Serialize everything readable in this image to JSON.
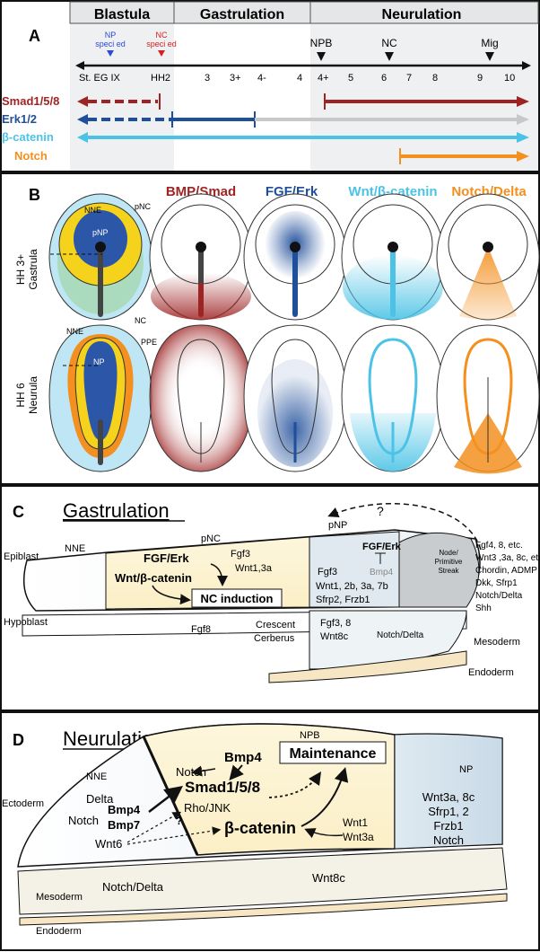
{
  "panelA": {
    "label": "A",
    "stages": {
      "blastula": "Blastula",
      "gastrulation": "Gastrulation",
      "neurulation": "Neurulation"
    },
    "np_specified": [
      "NP",
      "speci  ed"
    ],
    "nc_specified": [
      "NC",
      "speci  ed"
    ],
    "markers": {
      "npb": "NPB",
      "nc": "NC",
      "mig": "Mig"
    },
    "ticks": [
      "St. EG IX",
      "HH2",
      "3",
      "3+",
      "4-",
      "4",
      "4+",
      "5",
      "6",
      "7",
      "8",
      "9",
      "10"
    ],
    "rows": [
      {
        "label": "Smad1/5/8",
        "color": "#9e2424"
      },
      {
        "label": "Erk1/2",
        "color": "#1f4e9a"
      },
      {
        "label": "β-catenin",
        "color": "#4cc3e6"
      },
      {
        "label": "Notch",
        "color": "#f39020"
      }
    ]
  },
  "panelB": {
    "label": "B",
    "columns": [
      {
        "title": "BMP/Smad",
        "color": "#9e2424"
      },
      {
        "title": "FGF/Erk",
        "color": "#1f4e9a"
      },
      {
        "title": "Wnt/β-catenin",
        "color": "#4cc3e6"
      },
      {
        "title": "Notch/Delta",
        "color": "#f39020"
      }
    ],
    "row1": {
      "line1": "HH 3+",
      "line2": "Gastrula"
    },
    "row2": {
      "line1": "HH 6",
      "line2": "Neurula"
    },
    "labels": {
      "nne": "NNE",
      "pnc": "pNC",
      "pnp": "pNP",
      "nc": "NC",
      "np": "NP",
      "ppe": "PPE"
    }
  },
  "panelC": {
    "label": "C",
    "title": "Gastrulation",
    "epiblast": "Epiblast",
    "hypoblast": "Hypoblast",
    "nne": "NNE",
    "pnc": "pNC",
    "pnp": "pNP",
    "question": "?",
    "fgf3": "Fgf3",
    "wnt13a": "Wnt1,3a",
    "fgf_erk": "FGF/Erk",
    "wnt_bcat": "Wnt/β-catenin",
    "nc_induction": "NC induction",
    "fgf_erk2": "FGF/Erk",
    "bmp4": "Bmp4",
    "pnp_genes": [
      "Fgf3",
      "Wnt1, 2b, 3a, 7b",
      "Sfrp2, Frzb1"
    ],
    "node": [
      "Node/",
      "Primitive",
      "Streak"
    ],
    "right_genes": [
      "Fgf4, 8, etc.",
      "Wnt3 ,3a, 8c, etc.",
      "Chordin, ADMP",
      "Dkk, Sfrp1",
      "Notch/Delta",
      "Shh"
    ],
    "fgf8": "Fgf8",
    "crescent": [
      "Crescent",
      "Cerberus"
    ],
    "meso_genes": [
      "Fgf3, 8",
      "Wnt8c"
    ],
    "notch_delta": "Notch/Delta",
    "mesoderm": "Mesoderm",
    "endoderm": "Endoderm"
  },
  "panelD": {
    "label": "D",
    "title": "Neurulation",
    "npb": "NPB",
    "np": "NP",
    "nne": "NNE",
    "ectoderm": "Ectoderm",
    "notch_left": "Notch",
    "delta": "Delta",
    "bmp4_left": "Bmp4",
    "bmp7": "Bmp7",
    "wnt6": "Wnt6",
    "question": "?",
    "notch_mid": "Notch",
    "bmp4_mid": "Bmp4",
    "maintenance": "Maintenance",
    "smad": "Smad1/5/8",
    "rho": "Rho/JNK",
    "bcat": "β-catenin",
    "wnt1": "Wnt1",
    "wnt3a": "Wnt3a",
    "np_genes": [
      "Wnt3a, 8c",
      "Sfrp1, 2",
      "Frzb1",
      "Notch"
    ],
    "notch_delta": "Notch/Delta",
    "wnt8c": "Wnt8c",
    "mesoderm": "Mesoderm",
    "endoderm": "Endoderm"
  }
}
